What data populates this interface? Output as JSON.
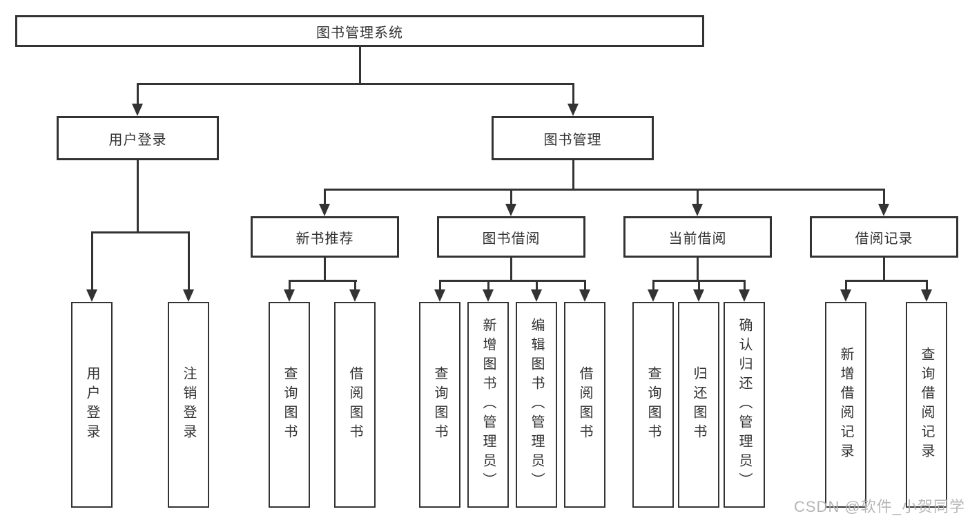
{
  "root": {
    "label": "图书管理系统"
  },
  "branches": {
    "user_login": {
      "label": "用户登录",
      "leaves": [
        {
          "label": "用户登录"
        },
        {
          "label": "注销登录"
        }
      ]
    },
    "book_mgmt": {
      "label": "图书管理",
      "sections": {
        "new_books": {
          "label": "新书推荐",
          "leaves": [
            {
              "label": "查询图书"
            },
            {
              "label": "借阅图书"
            }
          ]
        },
        "borrow": {
          "label": "图书借阅",
          "leaves": [
            {
              "label": "查询图书"
            },
            {
              "label": "新增图书（管理员）"
            },
            {
              "label": "编辑图书（管理员）"
            },
            {
              "label": "借阅图书"
            }
          ]
        },
        "current": {
          "label": "当前借阅",
          "leaves": [
            {
              "label": "查询图书"
            },
            {
              "label": "归还图书"
            },
            {
              "label": "确认归还（管理员）"
            }
          ]
        },
        "records": {
          "label": "借阅记录",
          "leaves": [
            {
              "label": "新增借阅记录"
            },
            {
              "label": "查询借阅记录"
            }
          ]
        }
      }
    }
  },
  "watermark": "CSDN @软件_小贺同学",
  "colors": {
    "line": "#333333",
    "text": "#333333",
    "watermark": "#b2b2b2",
    "background": "#ffffff"
  }
}
